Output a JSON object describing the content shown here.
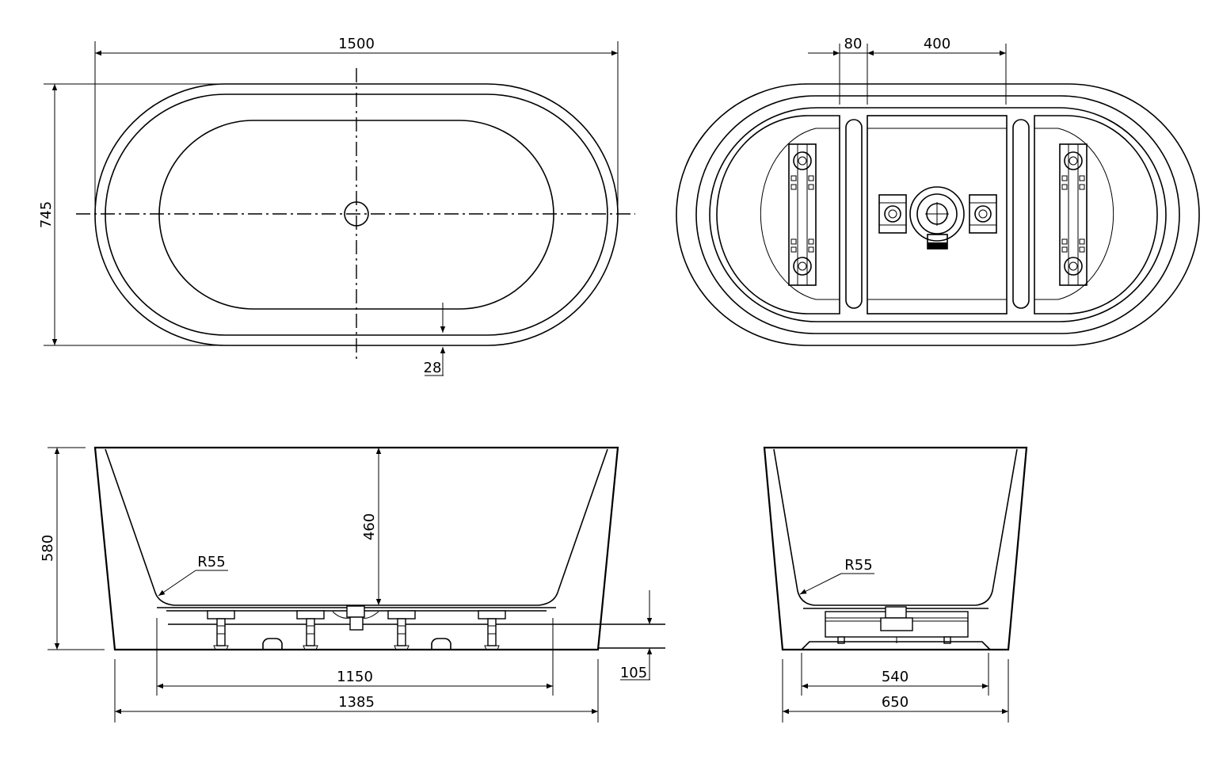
{
  "top_view": {
    "dim_length": "1500",
    "dim_width": "745",
    "dim_rim": "28"
  },
  "bottom_view": {
    "dim_offset": "80",
    "dim_spacing": "400"
  },
  "front_view": {
    "dim_height": "580",
    "dim_depth": "460",
    "dim_radius": "R55",
    "dim_inner_length": "1150",
    "dim_base_length": "1385",
    "dim_feet_height": "105"
  },
  "side_view": {
    "dim_radius": "R55",
    "dim_inner_width": "540",
    "dim_base_width": "650"
  }
}
